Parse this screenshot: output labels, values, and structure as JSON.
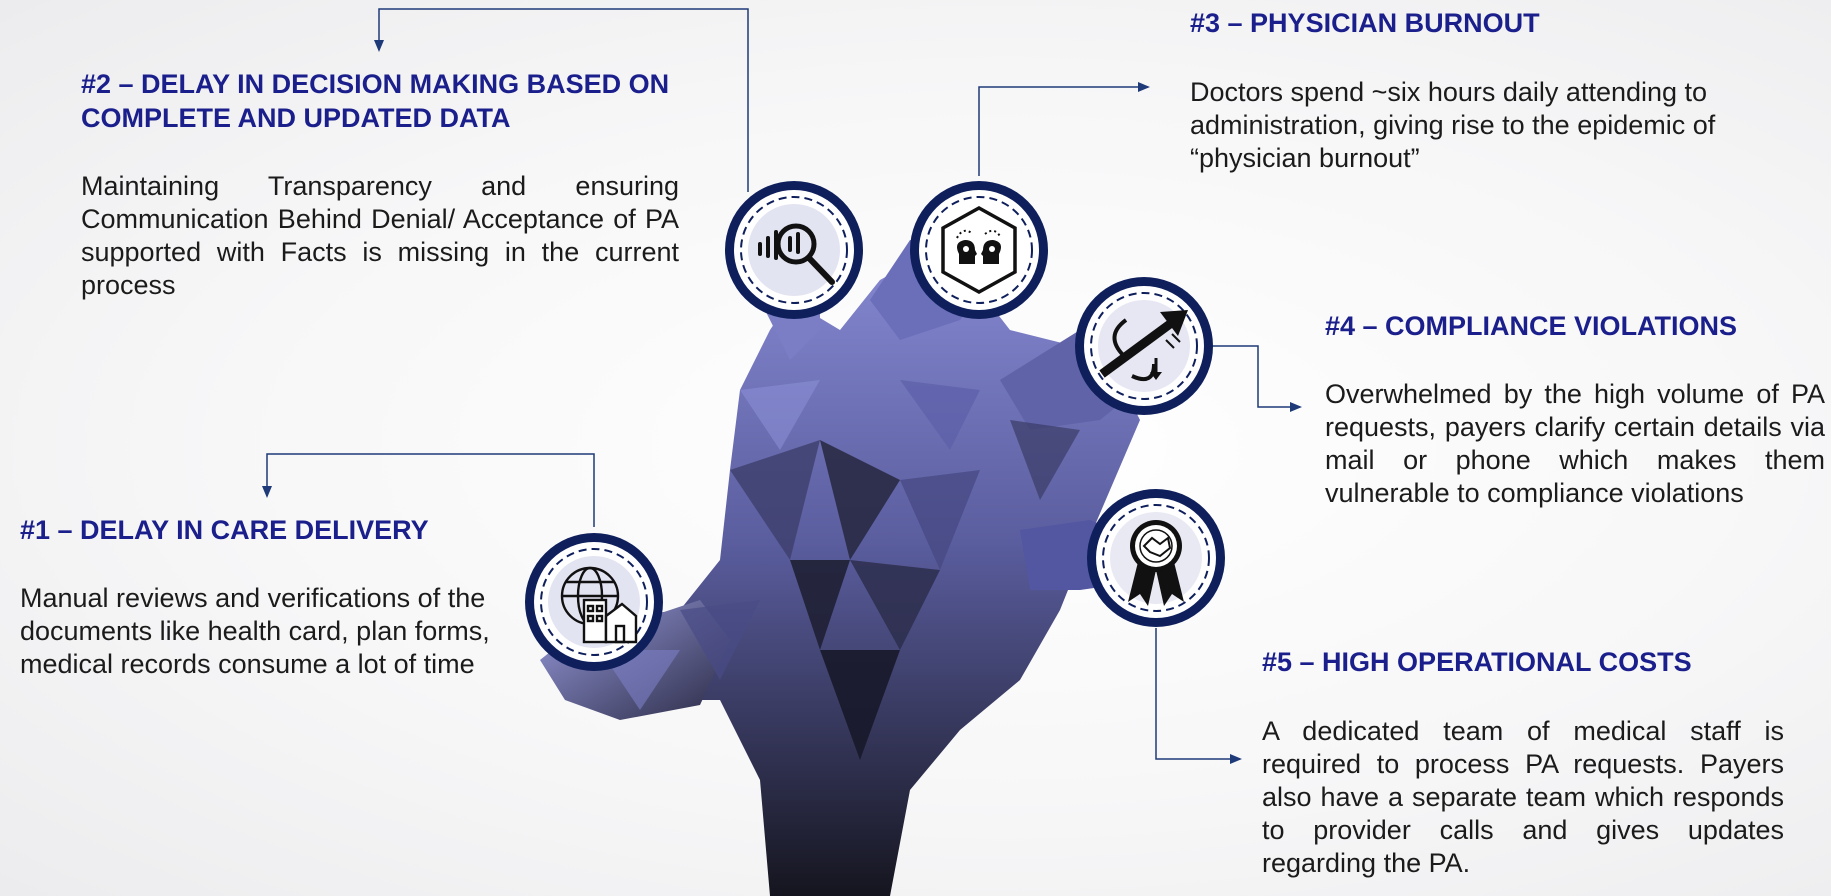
{
  "items": [
    {
      "title": "#1 – DELAY IN CARE DELIVERY",
      "body": "Manual reviews and verifications of the documents like health card, plan forms, medical records consume a lot of time",
      "icon": "globe-building-icon"
    },
    {
      "title": "#2 – DELAY IN DECISION MAKING BASED ON COMPLETE AND UPDATED DATA",
      "body": "Maintaining Transparency and ensuring Communication Behind Denial/ Acceptance of PA supported with Facts is missing in the current process",
      "icon": "data-search-icon"
    },
    {
      "title": "#3 – PHYSICIAN BURNOUT",
      "body": "Doctors spend ~six hours daily attending to administration, giving rise to the epidemic of “physician burnout”",
      "icon": "brain-heads-icon"
    },
    {
      "title": "#4 – COMPLIANCE VIOLATIONS",
      "body": "Overwhelmed by the high volume of PA requests, payers clarify certain details via mail or phone which makes them vulnerable to compliance violations",
      "icon": "trend-arrow-icon"
    },
    {
      "title": "#5 – HIGH OPERATIONAL COSTS",
      "body": "A dedicated team of medical staff is required to process PA requests. Payers also have a separate team which responds to provider calls and gives updates regarding the PA.",
      "icon": "handshake-award-icon"
    }
  ],
  "colors": {
    "title": "#1a1f8c",
    "connector": "#1f3a78",
    "badge_ring": "#0e1f5c",
    "hand_light": "#7d80c8",
    "hand_dark": "#1c1c2e"
  }
}
